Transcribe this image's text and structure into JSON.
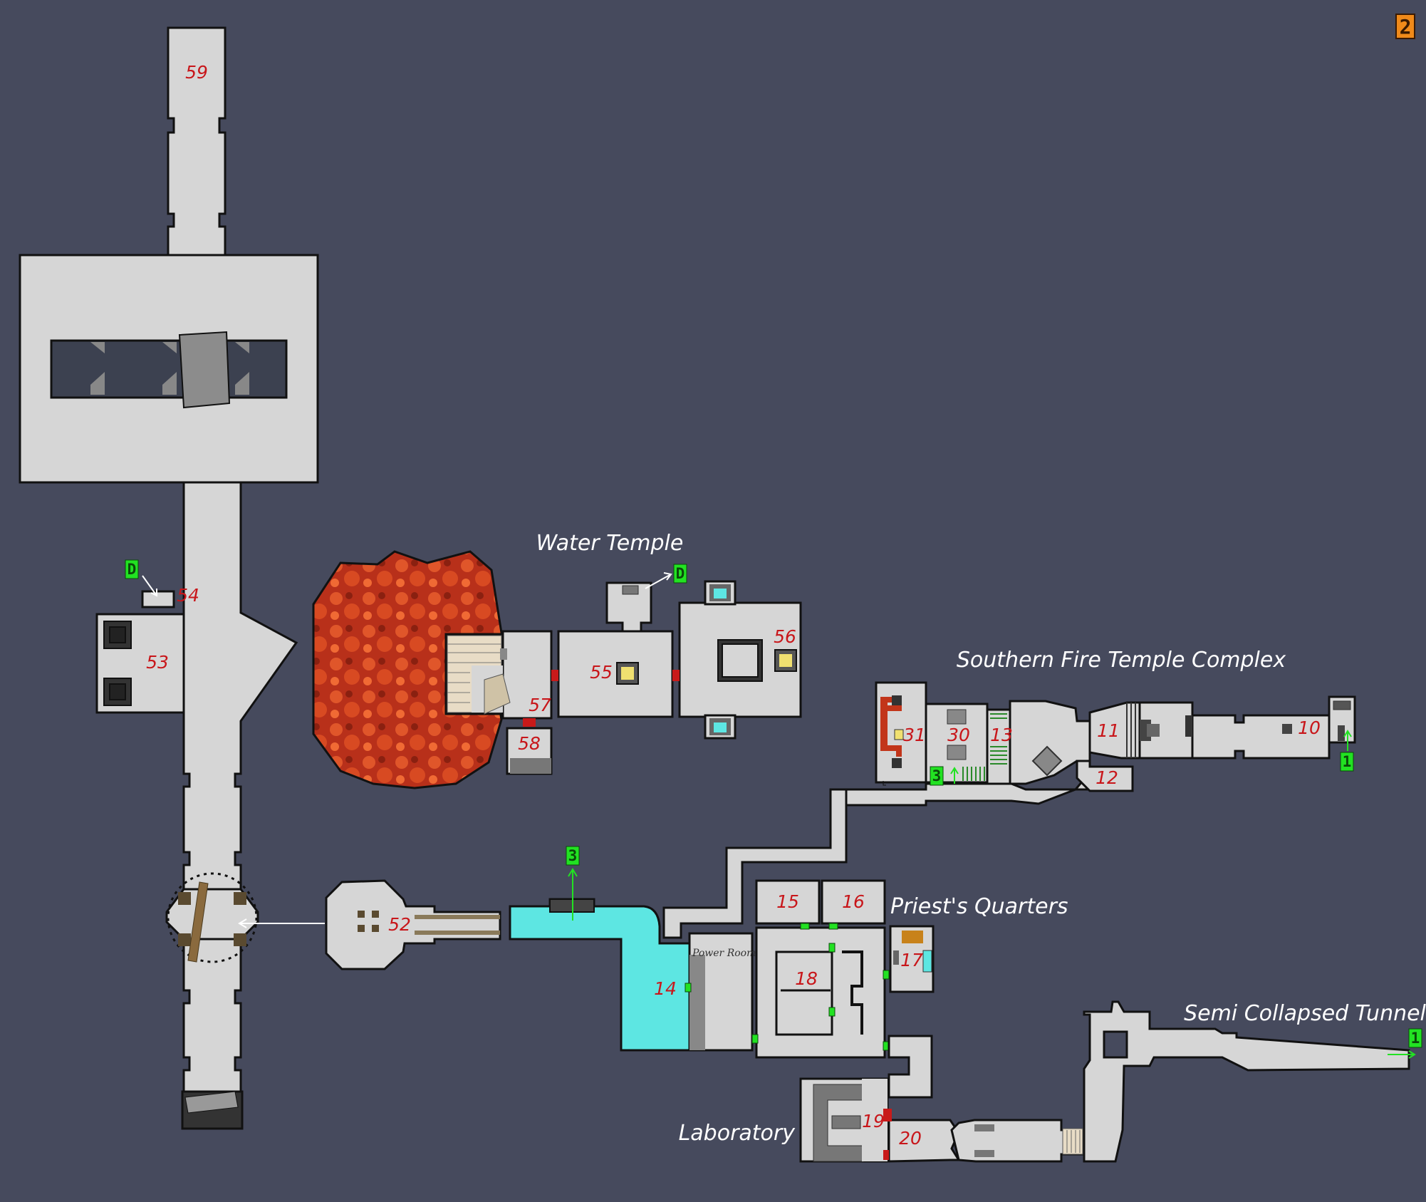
{
  "page_number": "2",
  "area_labels": {
    "water_temple": "Water Temple",
    "southern_fire_temple": "Southern Fire Temple Complex",
    "priests_quarters": "Priest's Quarters",
    "semi_collapsed_tunnel": "Semi Collapsed Tunnel",
    "laboratory": "Laboratory"
  },
  "power_room_label": "Power Room",
  "room_numbers": {
    "r59": "59",
    "r54": "54",
    "r53": "53",
    "r57": "57",
    "r58": "58",
    "r55": "55",
    "r56": "56",
    "r52": "52",
    "r31": "31",
    "r30": "30",
    "r13": "13",
    "r11": "11",
    "r12": "12",
    "r10": "10",
    "r15": "15",
    "r16": "16",
    "r17": "17",
    "r18": "18",
    "r14": "14",
    "r19": "19",
    "r20": "20"
  },
  "level_links": {
    "d_left": "D",
    "d_water": "D",
    "three_fire": "3",
    "three_pool": "3",
    "one_east_fire": "1",
    "one_tunnel": "1"
  },
  "colors": {
    "background": "#464a5d",
    "floor": "#d6d6d6",
    "wall": "#111111",
    "room_number": "#c8161a",
    "lava": "#c2351a",
    "water": "#5de6e2",
    "level_link": "#22e222",
    "page_badge": "#f08a1a"
  }
}
